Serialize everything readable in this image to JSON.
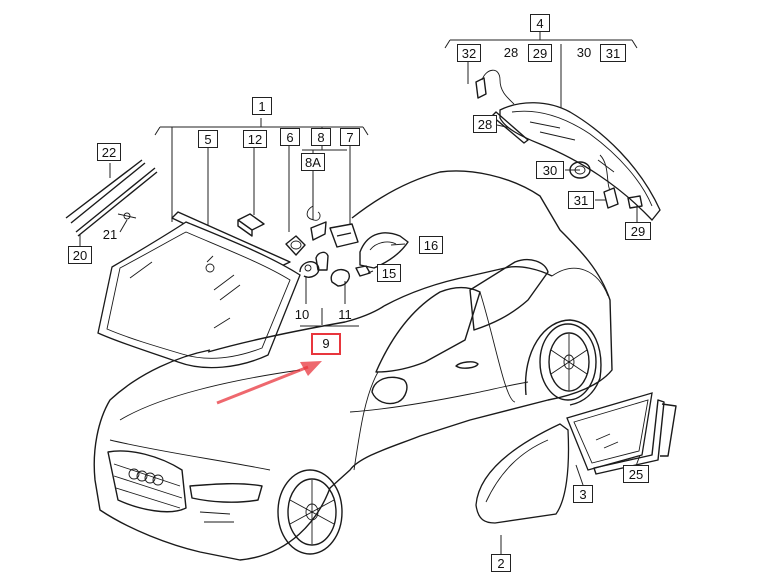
{
  "diagram": {
    "highlight_color": "#e8363d",
    "callouts": {
      "c1": "1",
      "c2": "2",
      "c3": "3",
      "c4": "4",
      "c5": "5",
      "c6": "6",
      "c7": "7",
      "c8": "8",
      "c8a": "8A",
      "c9": "9",
      "c10": "10",
      "c11": "11",
      "c12": "12",
      "c15": "15",
      "c16": "16",
      "c20": "20",
      "c21": "21",
      "c22": "22",
      "c25": "25",
      "c28a": "28",
      "c28b": "28",
      "c29a": "29",
      "c29b": "29",
      "c30a": "30",
      "c30b": "30",
      "c31a": "31",
      "c31b": "31",
      "c32": "32"
    }
  }
}
